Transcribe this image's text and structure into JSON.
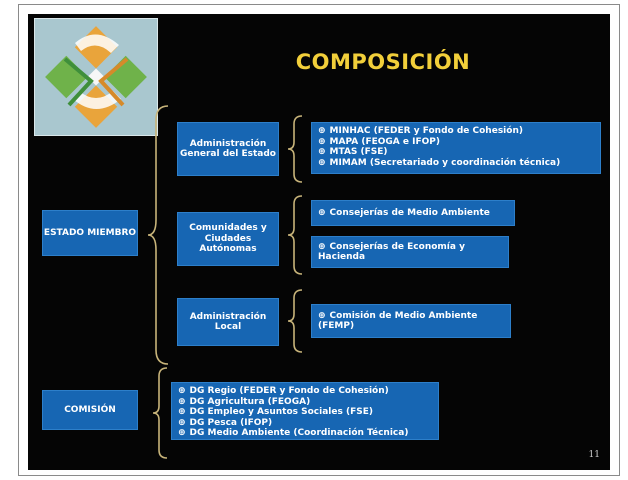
{
  "title": "COMPOSICIÓN",
  "left_boxes": {
    "estado": "ESTADO MIEMBRO",
    "comision": "COMISIÓN"
  },
  "mid_boxes": {
    "age": "Administración General del Estado",
    "ccaa": "Comunidades y Ciudades Autónomas",
    "local": "Administración Local"
  },
  "right_boxes": {
    "age_list": [
      "MINHAC (FEDER y Fondo de Cohesión)",
      "MAPA (FEOGA e IFOP)",
      "MTAS (FSE)",
      "MIMAM (Secretariado y coordinación técnica)"
    ],
    "ccaa_1": "Consejerías de Medio Ambiente",
    "ccaa_2": "Consejerías de Economía y Hacienda",
    "local_1": "Comisión de Medio Ambiente (FEMP)",
    "comision_list": [
      "DG Regio (FEDER y Fondo de Cohesión)",
      "DG Agricultura (FEOGA)",
      "DG Empleo y Asuntos Sociales (FSE)",
      "DG Pesca (IFOP)",
      "DG Medio Ambiente (Coordinación Técnica)"
    ]
  },
  "bullet_symbol": "⊕",
  "page_number": "11",
  "colors": {
    "background": "#050505",
    "box": "#1766b3",
    "title": "#f2cf3a",
    "brace": "#c8b47a"
  }
}
